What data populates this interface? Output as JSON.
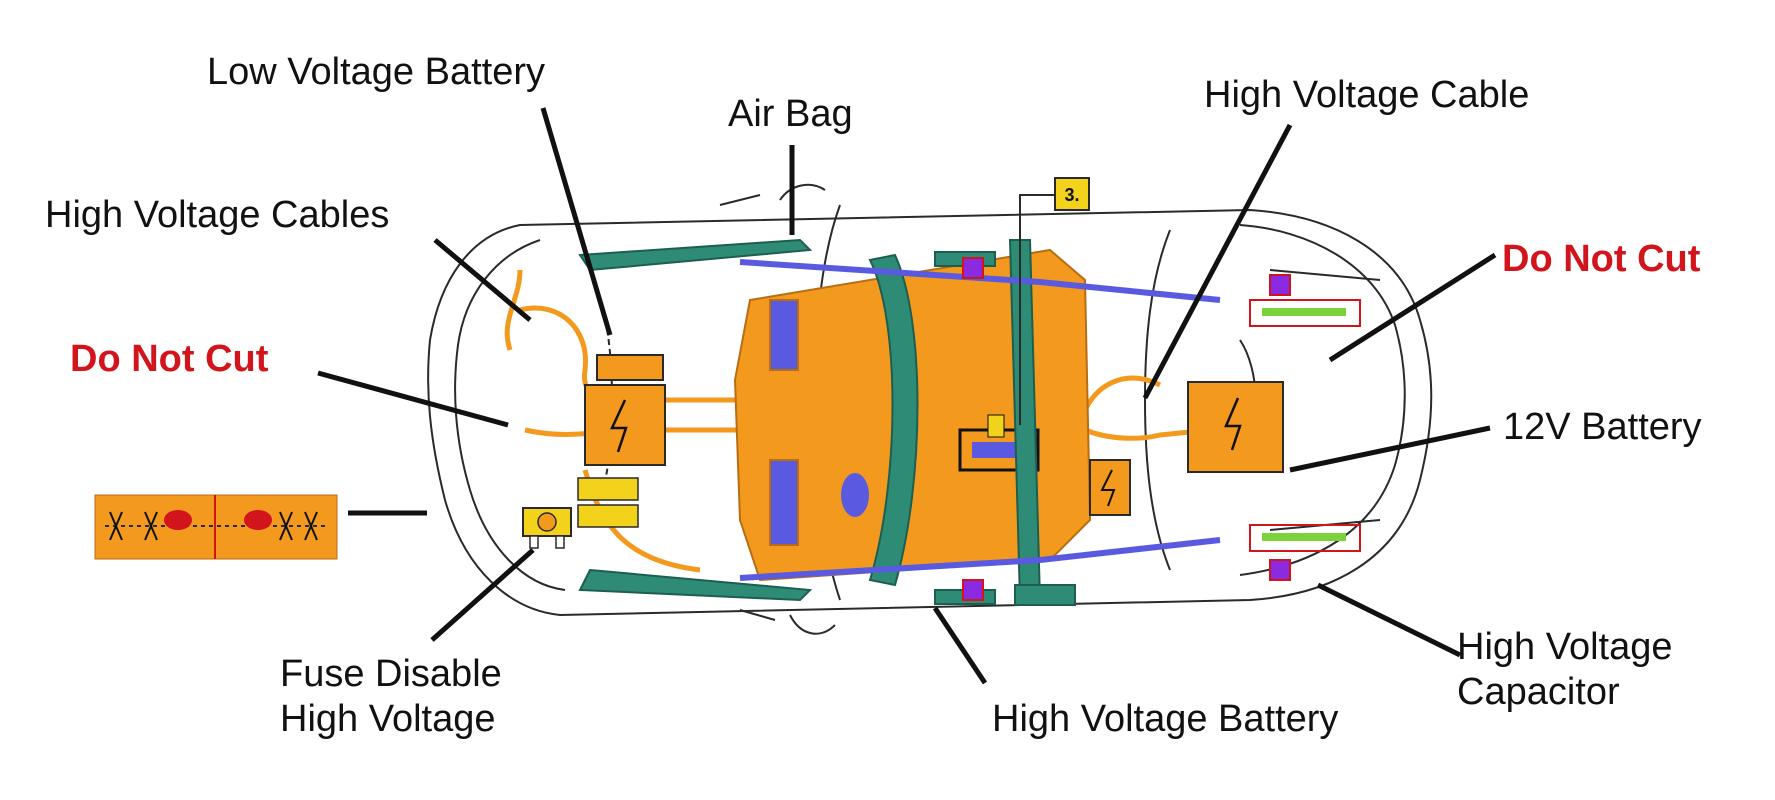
{
  "labels": {
    "low_voltage_battery": "Low Voltage Battery",
    "air_bag": "Air Bag",
    "high_voltage_cable": "High Voltage Cable",
    "high_voltage_cables": "High Voltage Cables",
    "do_not_cut_left": "Do Not Cut",
    "do_not_cut_right": "Do Not Cut",
    "twelve_v_battery": "12V Battery",
    "fuse_disable_line1": "Fuse Disable",
    "fuse_disable_line2": "High Voltage",
    "high_voltage_battery": "High Voltage Battery",
    "high_voltage_capacitor_line1": "High Voltage",
    "high_voltage_capacitor_line2": "Capacitor",
    "marker_3": "3."
  },
  "colors": {
    "orange": "#f39a1e",
    "teal": "#2e8b76",
    "blue": "#5a5ae0",
    "purple": "#8a2be2",
    "warning_red": "#d2141c",
    "yellow": "#f3d21c",
    "green_strip": "#7ad33a",
    "outline": "#2a2a2a"
  },
  "icons": [
    "high-voltage-bolt-icon",
    "airbag-inflator-icon",
    "fuse-icon",
    "cut-zone-legend-icon"
  ]
}
